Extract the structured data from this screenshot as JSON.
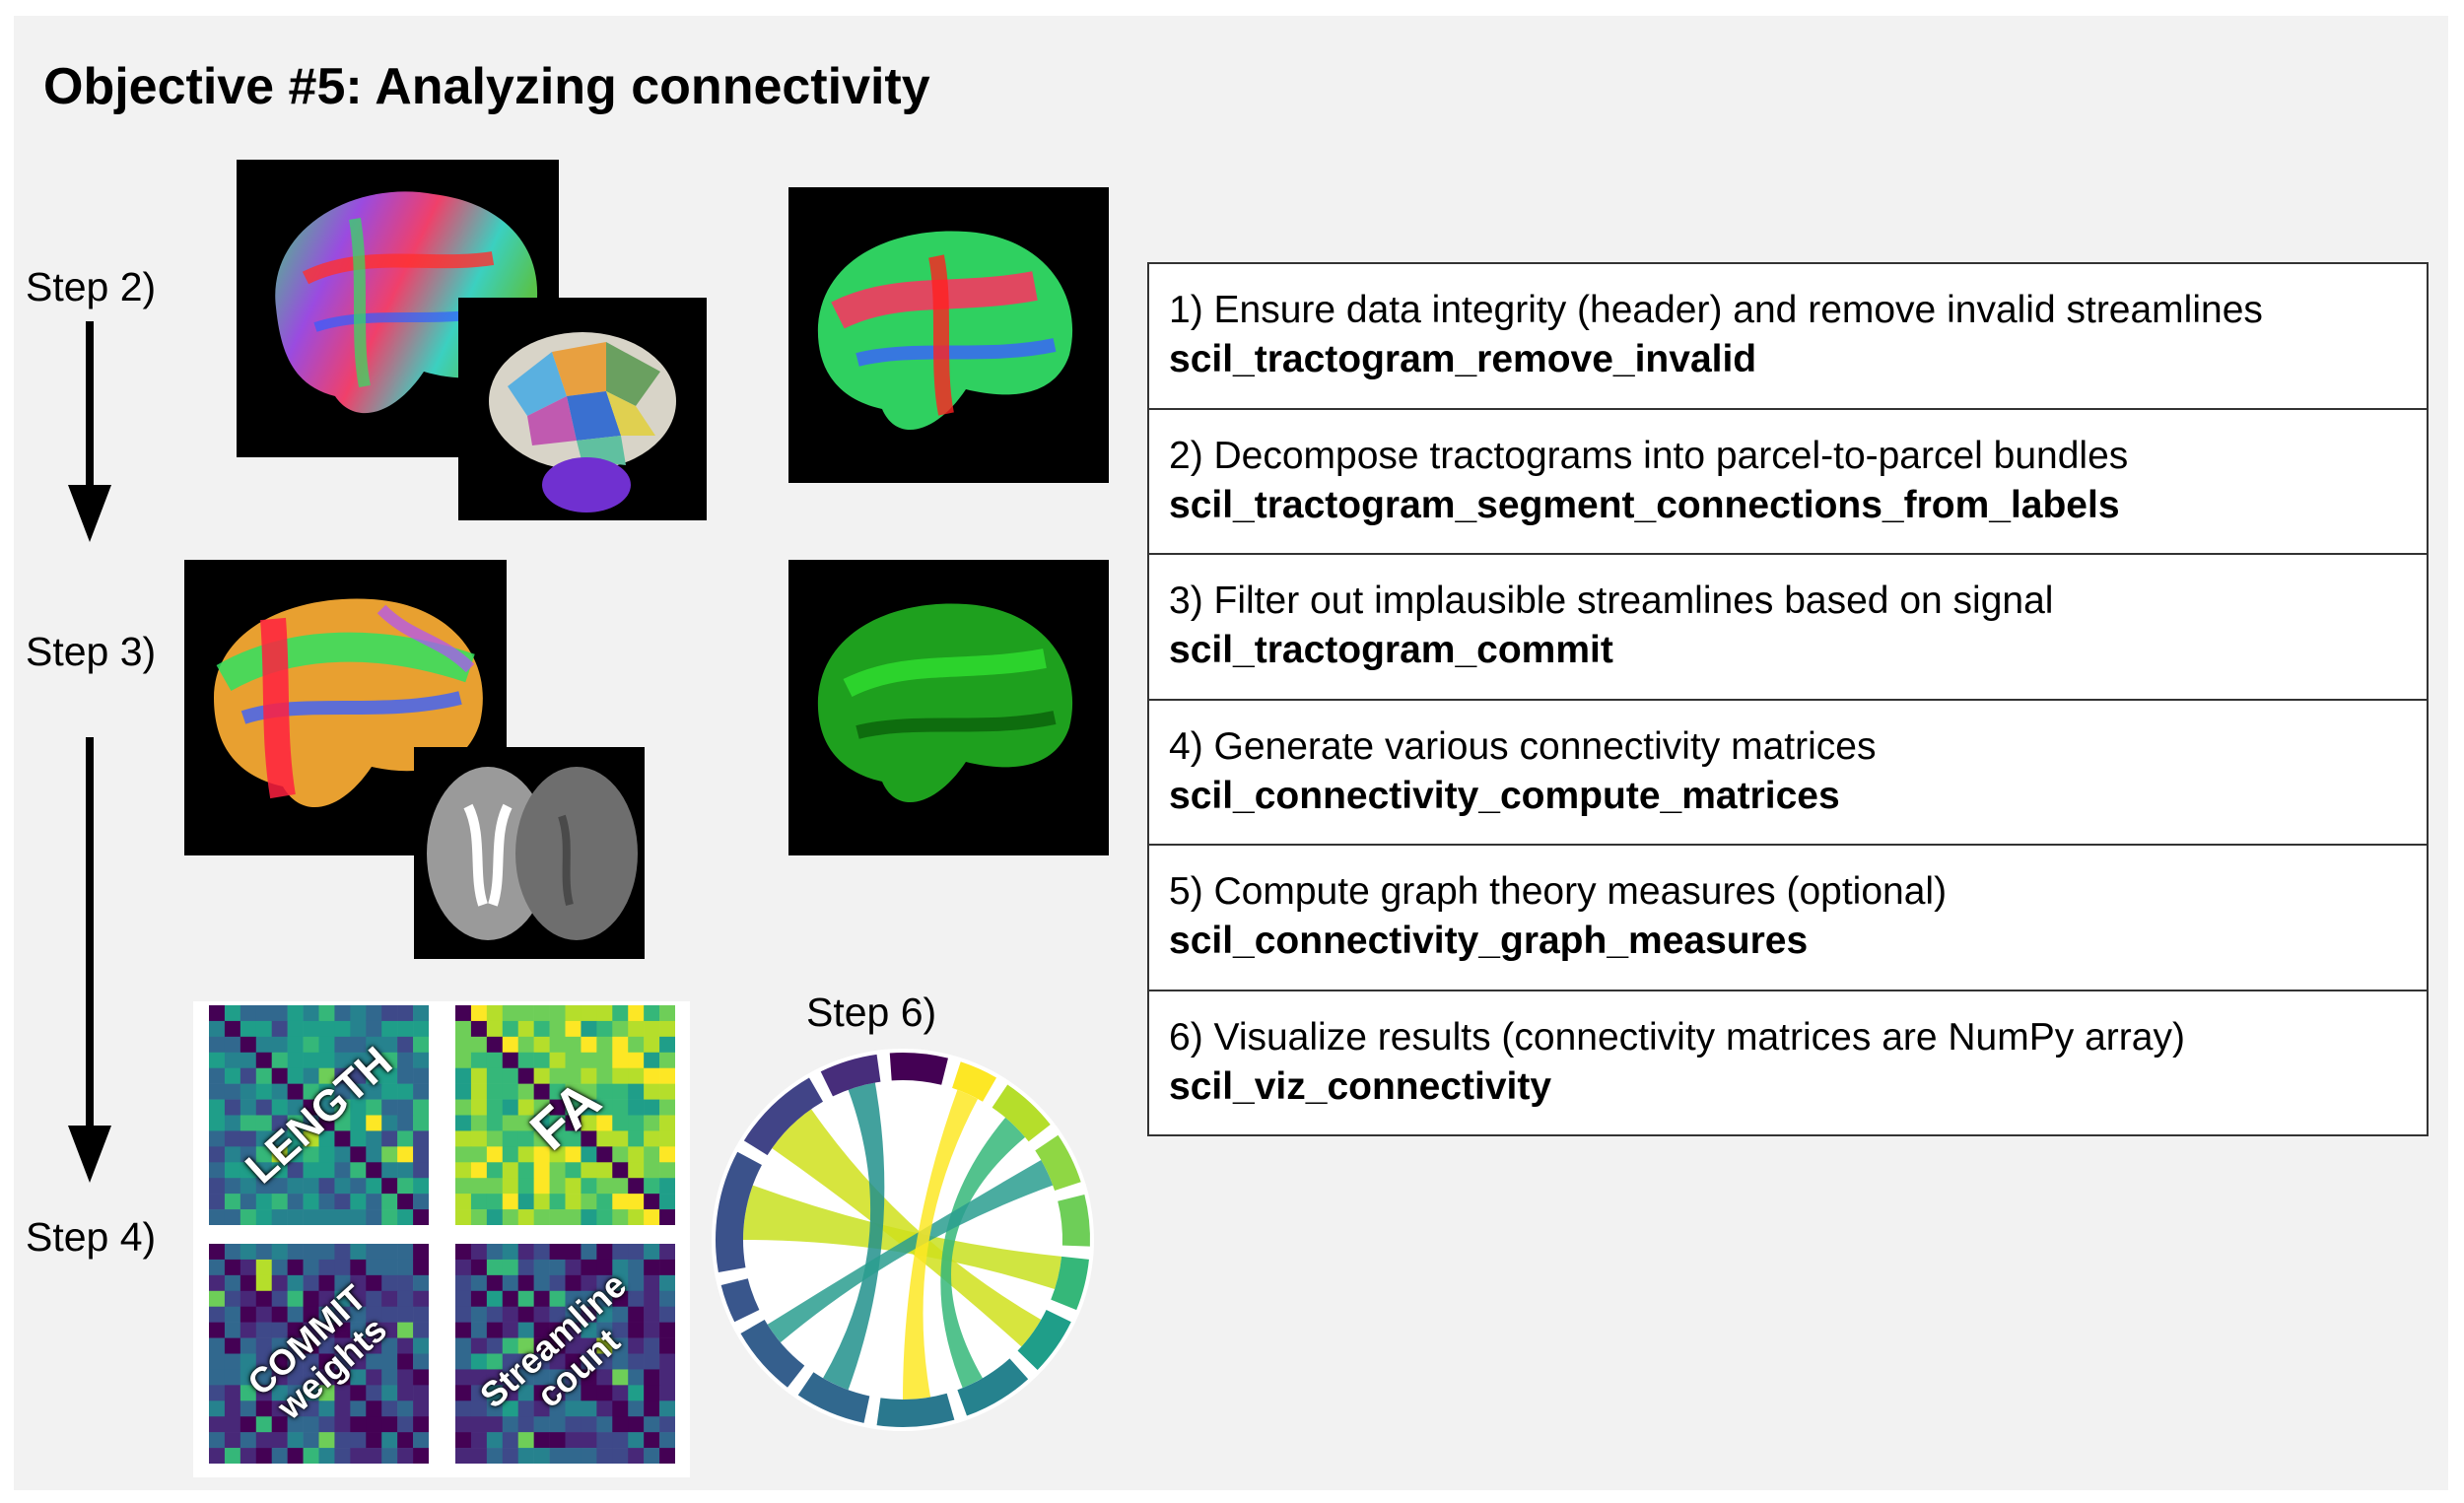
{
  "title": "Objective #5: Analyzing connectivity",
  "steps": {
    "step2": "Step 2)",
    "step3": "Step 3)",
    "step4": "Step 4)",
    "step6": "Step 6)"
  },
  "matrices": {
    "length": "LENGTH",
    "fa": "FA",
    "commit_line1": "COMMIT",
    "commit_line2": "weights",
    "count_line1": "Streamline",
    "count_line2": "count"
  },
  "table": {
    "rows": [
      {
        "desc": "1) Ensure data integrity (header) and remove invalid streamlines",
        "cmd": "scil_tractogram_remove_invalid"
      },
      {
        "desc": "2) Decompose tractograms into parcel-to-parcel bundles",
        "cmd": "scil_tractogram_segment_connections_from_labels"
      },
      {
        "desc": "3) Filter out implausible streamlines based on signal",
        "cmd": "scil_tractogram_commit"
      },
      {
        "desc": "4) Generate various connectivity matrices",
        "cmd": "scil_connectivity_compute_matrices"
      },
      {
        "desc": "5) Compute graph theory measures (optional)",
        "cmd": "scil_connectivity_graph_measures"
      },
      {
        "desc": "6) Visualize results (connectivity matrices are NumPy array)",
        "cmd": "scil_viz_connectivity"
      }
    ]
  },
  "colors": {
    "panel": "#f2f2f2",
    "table_border": "#333333",
    "viridis_dark": "#440154",
    "viridis_mid": "#21918c",
    "viridis_light": "#fde725"
  }
}
